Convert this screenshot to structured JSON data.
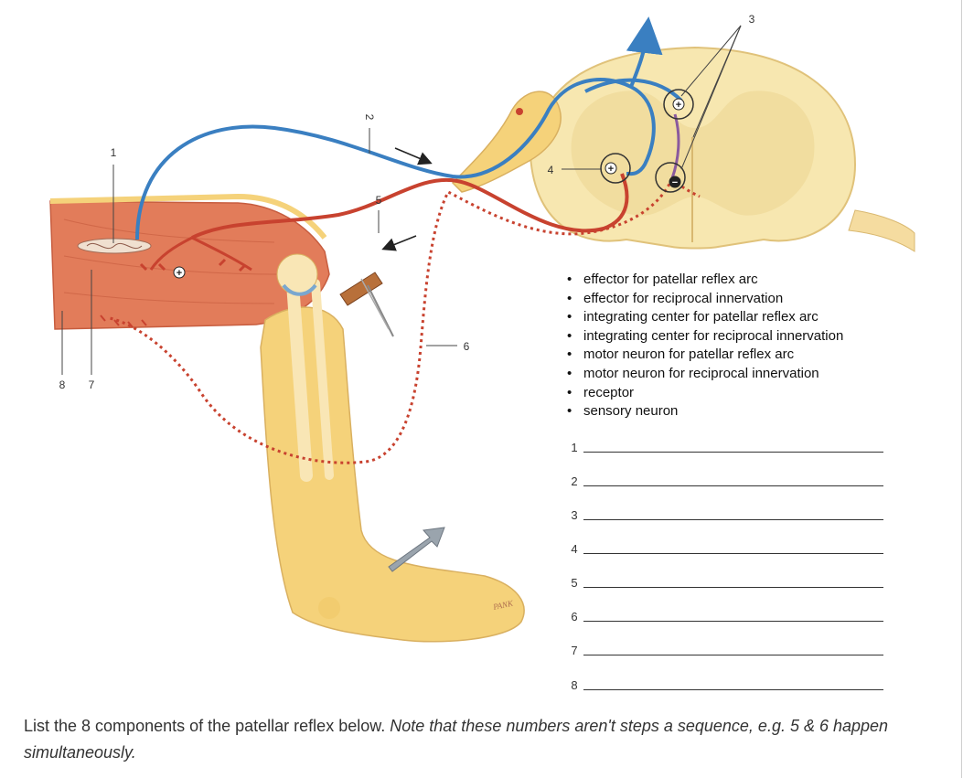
{
  "figure": {
    "numbers": [
      "1",
      "2",
      "3",
      "4",
      "5",
      "6",
      "7",
      "8"
    ],
    "signature": "PANK",
    "signs": {
      "excitatory": "+",
      "inhibitory": "−"
    }
  },
  "components": [
    "effector for patellar reflex arc",
    "effector for reciprocal innervation",
    "integrating center for patellar reflex arc",
    "integrating center for reciprocal innervation",
    "motor neuron for patellar reflex arc",
    "motor neuron for reciprocal innervation",
    "receptor",
    "sensory neuron"
  ],
  "answers": [
    {
      "number": "1",
      "value": ""
    },
    {
      "number": "2",
      "value": ""
    },
    {
      "number": "3",
      "value": ""
    },
    {
      "number": "4",
      "value": ""
    },
    {
      "number": "5",
      "value": ""
    },
    {
      "number": "6",
      "value": ""
    },
    {
      "number": "7",
      "value": ""
    },
    {
      "number": "8",
      "value": ""
    }
  ],
  "instruction": {
    "plain": "List the 8 components of the patellar reflex below. ",
    "italic": "Note that these numbers aren't steps a sequence, e.g. 5 & 6 happen simultaneously."
  },
  "colors": {
    "sensory": "#3a7fc1",
    "motor": "#c8422f",
    "inhibitory_dotted": "#c8422f",
    "interneuron": "#8a5a9e",
    "muscle": "#e27c5a",
    "bone_skin": "#f5d27a",
    "spinal_cord": "#f7e7b0"
  }
}
